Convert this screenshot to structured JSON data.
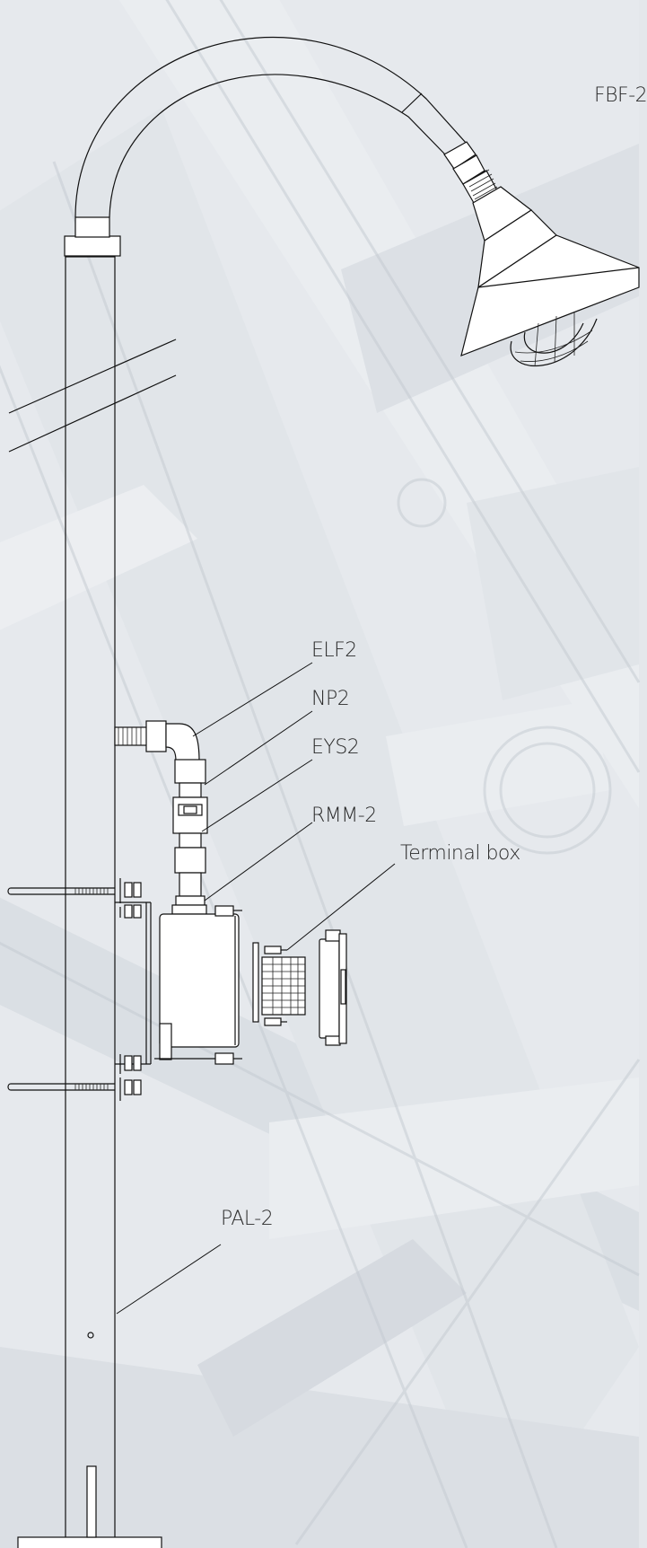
{
  "labels": {
    "fbf": "FBF-2",
    "elf": "ELF2",
    "np": "NP2",
    "eys": "EYS2",
    "rmm": "RMM-2",
    "terminal": "Terminal box",
    "pal": "PAL-2"
  },
  "colors": {
    "background": "#e4e7eb",
    "line": "#111111",
    "label": "#2a2a2a"
  }
}
